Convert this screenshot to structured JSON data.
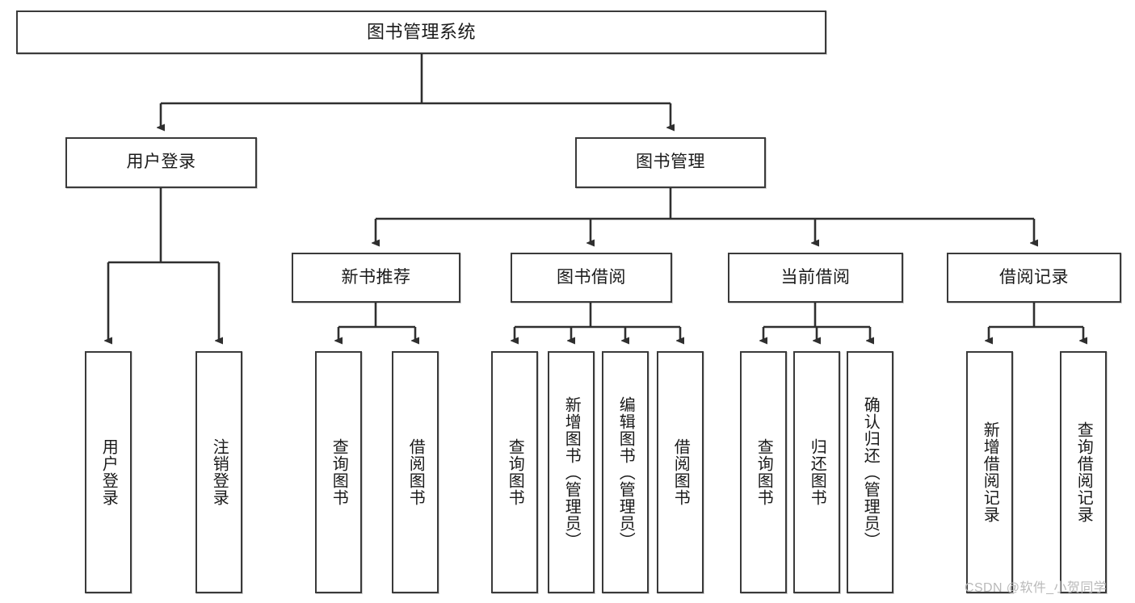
{
  "diagram": {
    "type": "tree",
    "title": "图书管理系统",
    "watermark": "CSDN @软件_小贺同学",
    "colors": {
      "box_border": "#3a3a3a",
      "box_fill": "#ffffff",
      "connector": "#2f2f2f",
      "text": "#1a1a1a",
      "watermark": "#b9b9b9"
    },
    "nodes": {
      "root": {
        "label": "图书管理系统"
      },
      "level1": [
        {
          "label": "用户登录"
        },
        {
          "label": "图书管理"
        }
      ],
      "level2": [
        {
          "label": "新书推荐"
        },
        {
          "label": "图书借阅"
        },
        {
          "label": "当前借阅"
        },
        {
          "label": "借阅记录"
        }
      ],
      "leaves": {
        "user_login": [
          {
            "label": "用户登录"
          },
          {
            "label": "注销登录"
          }
        ],
        "new_book": [
          {
            "label": "查询图书"
          },
          {
            "label": "借阅图书"
          }
        ],
        "book_borrow": [
          {
            "label": "查询图书"
          },
          {
            "label": "新增图书（管理员）"
          },
          {
            "label": "编辑图书（管理员）"
          },
          {
            "label": "借阅图书"
          }
        ],
        "current_borrow": [
          {
            "label": "查询图书"
          },
          {
            "label": "归还图书"
          },
          {
            "label": "确认归还（管理员）"
          }
        ],
        "borrow_record": [
          {
            "label": "新增借阅记录"
          },
          {
            "label": "查询借阅记录"
          }
        ]
      }
    }
  }
}
